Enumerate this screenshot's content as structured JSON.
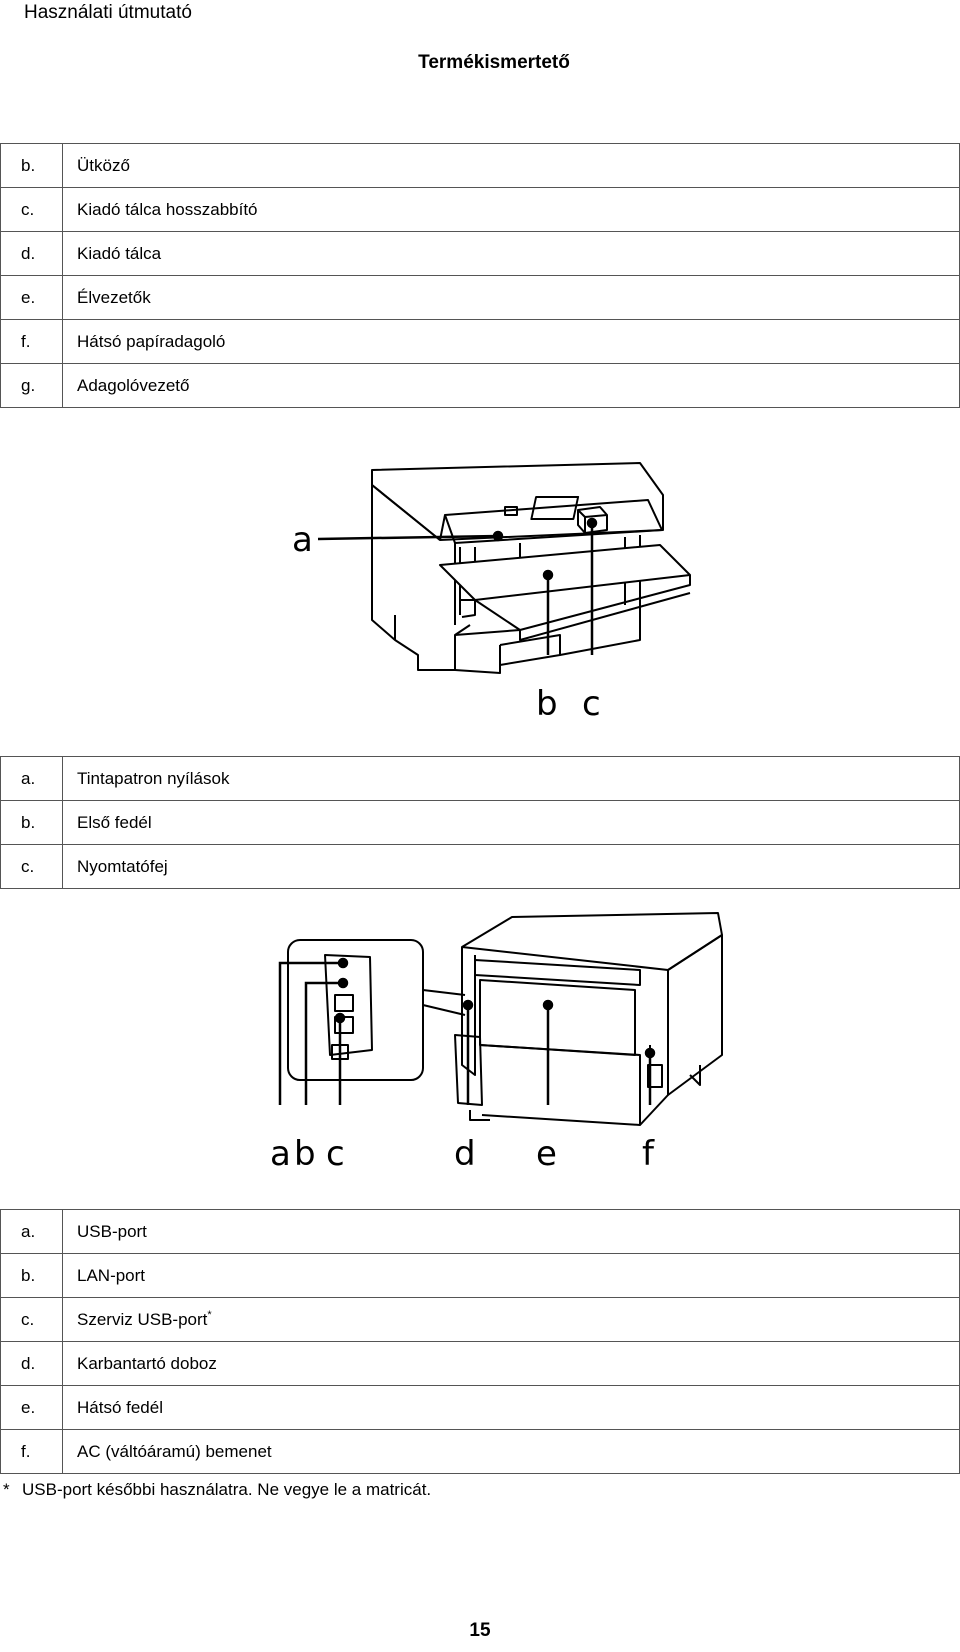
{
  "header": {
    "title": "Használati útmutató"
  },
  "section": {
    "title": "Termékismertető"
  },
  "table1": {
    "rows": [
      {
        "letter": "b.",
        "label": "Ütköző"
      },
      {
        "letter": "c.",
        "label": "Kiadó tálca hosszabbító"
      },
      {
        "letter": "d.",
        "label": "Kiadó tálca"
      },
      {
        "letter": "e.",
        "label": "Élvezetők"
      },
      {
        "letter": "f.",
        "label": "Hátsó papíradagoló"
      },
      {
        "letter": "g.",
        "label": "Adagolóvezető"
      }
    ]
  },
  "figure1": {
    "callouts": [
      "a",
      "b",
      "c"
    ]
  },
  "table2": {
    "rows": [
      {
        "letter": "a.",
        "label": "Tintapatron nyílások"
      },
      {
        "letter": "b.",
        "label": "Első fedél"
      },
      {
        "letter": "c.",
        "label": "Nyomtatófej"
      }
    ]
  },
  "figure2": {
    "callouts": [
      "a",
      "b",
      "c",
      "d",
      "e",
      "f"
    ]
  },
  "table3": {
    "rows": [
      {
        "letter": "a.",
        "label": "USB-port",
        "note": ""
      },
      {
        "letter": "b.",
        "label": "LAN-port",
        "note": ""
      },
      {
        "letter": "c.",
        "label": "Szerviz USB-port",
        "note": "*"
      },
      {
        "letter": "d.",
        "label": "Karbantartó doboz",
        "note": ""
      },
      {
        "letter": "e.",
        "label": "Hátsó fedél",
        "note": ""
      },
      {
        "letter": "f.",
        "label": "AC (váltóáramú) bemenet",
        "note": ""
      }
    ]
  },
  "footnote": {
    "mark": "*",
    "text": "USB-port későbbi használatra. Ne vegye le a matricát."
  },
  "page": {
    "number": "15"
  }
}
